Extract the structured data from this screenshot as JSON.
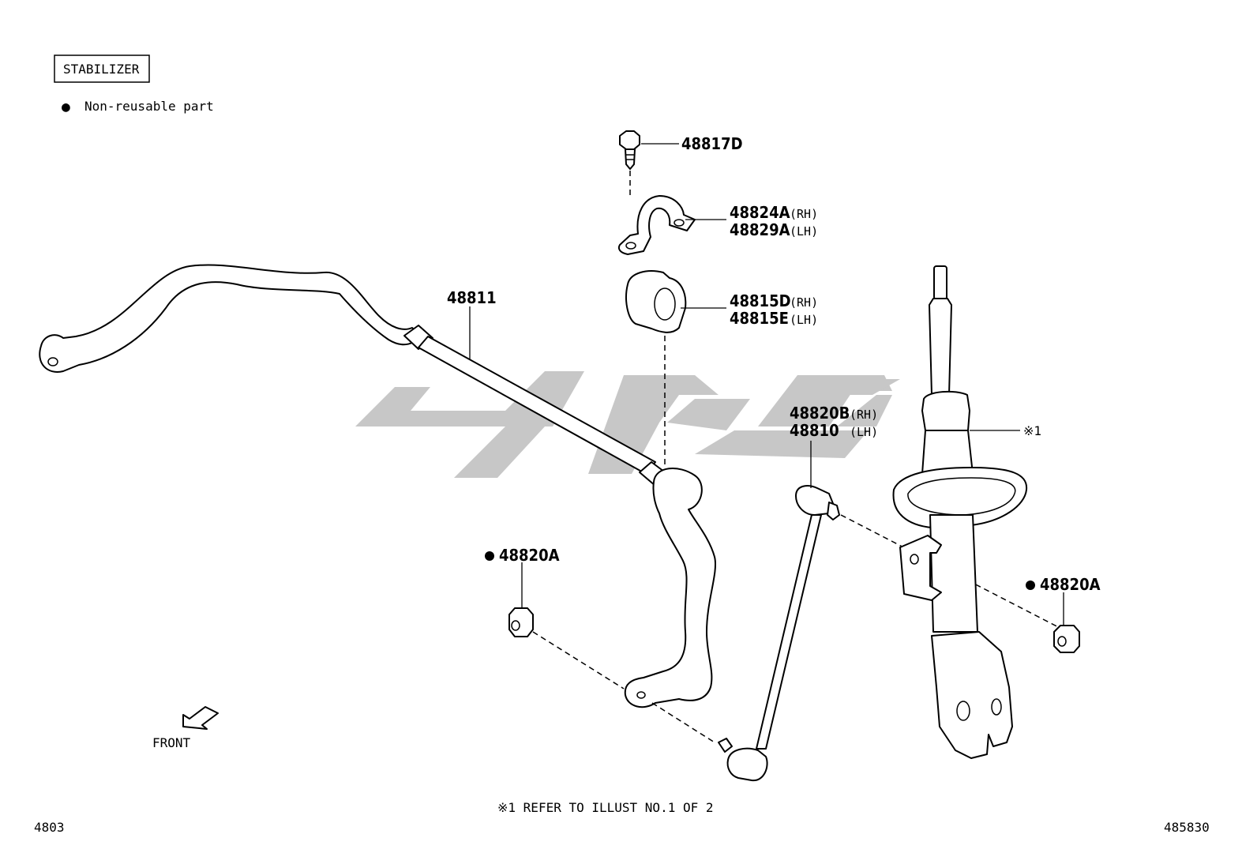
{
  "title": "STABILIZER",
  "legend": {
    "symbol": "●",
    "text": "Non-reusable part"
  },
  "parts": {
    "p48817d": {
      "number": "48817D"
    },
    "p48824a": {
      "number": "48824A",
      "side": "(RH)"
    },
    "p48829a": {
      "number": "48829A",
      "side": "(LH)"
    },
    "p48815d": {
      "number": "48815D",
      "side": "(RH)"
    },
    "p48815e": {
      "number": "48815E",
      "side": "(LH)"
    },
    "p48811": {
      "number": "48811"
    },
    "p48820b": {
      "number": "48820B",
      "side": "(RH)"
    },
    "p48810": {
      "number": "48810",
      "side": "(LH)"
    },
    "p48820a_left": {
      "number": "48820A",
      "non_reusable": true
    },
    "p48820a_right": {
      "number": "48820A",
      "non_reusable": true
    },
    "ref1": {
      "label": "※1"
    }
  },
  "front_label": "FRONT",
  "footnote": "※1 REFER TO ILLUST NO.1 OF 2",
  "corner_left": "4803",
  "corner_right": "485830",
  "watermark_color": "#c7c7c7"
}
